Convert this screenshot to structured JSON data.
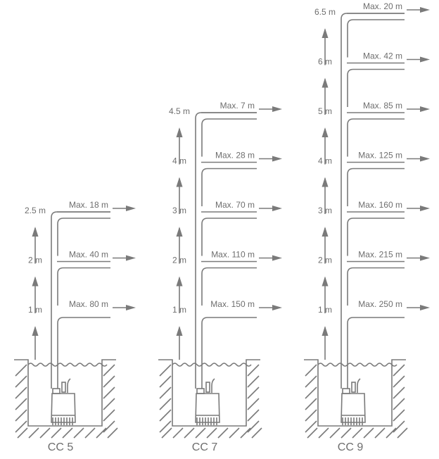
{
  "diagram": {
    "line_color": "#7a7a7a",
    "pumps": [
      {
        "name": "CC 5",
        "levels": [
          {
            "height": "1 m",
            "max": "Max. 80 m"
          },
          {
            "height": "2 m",
            "max": "Max. 40 m"
          },
          {
            "height": "2.5 m",
            "max": "Max. 18 m"
          }
        ]
      },
      {
        "name": "CC 7",
        "levels": [
          {
            "height": "1 m",
            "max": "Max. 150 m"
          },
          {
            "height": "2 m",
            "max": "Max. 110 m"
          },
          {
            "height": "3 m",
            "max": "Max. 70 m"
          },
          {
            "height": "4 m",
            "max": "Max. 28 m"
          },
          {
            "height": "4.5 m",
            "max": "Max. 7 m"
          }
        ]
      },
      {
        "name": "CC 9",
        "levels": [
          {
            "height": "1 m",
            "max": "Max. 250 m"
          },
          {
            "height": "2 m",
            "max": "Max. 215 m"
          },
          {
            "height": "3 m",
            "max": "Max. 160 m"
          },
          {
            "height": "4 m",
            "max": "Max. 125 m"
          },
          {
            "height": "5 m",
            "max": "Max. 85 m"
          },
          {
            "height": "6 m",
            "max": "Max. 42 m"
          },
          {
            "height": "6.5 m",
            "max": "Max. 20 m"
          }
        ]
      }
    ]
  }
}
